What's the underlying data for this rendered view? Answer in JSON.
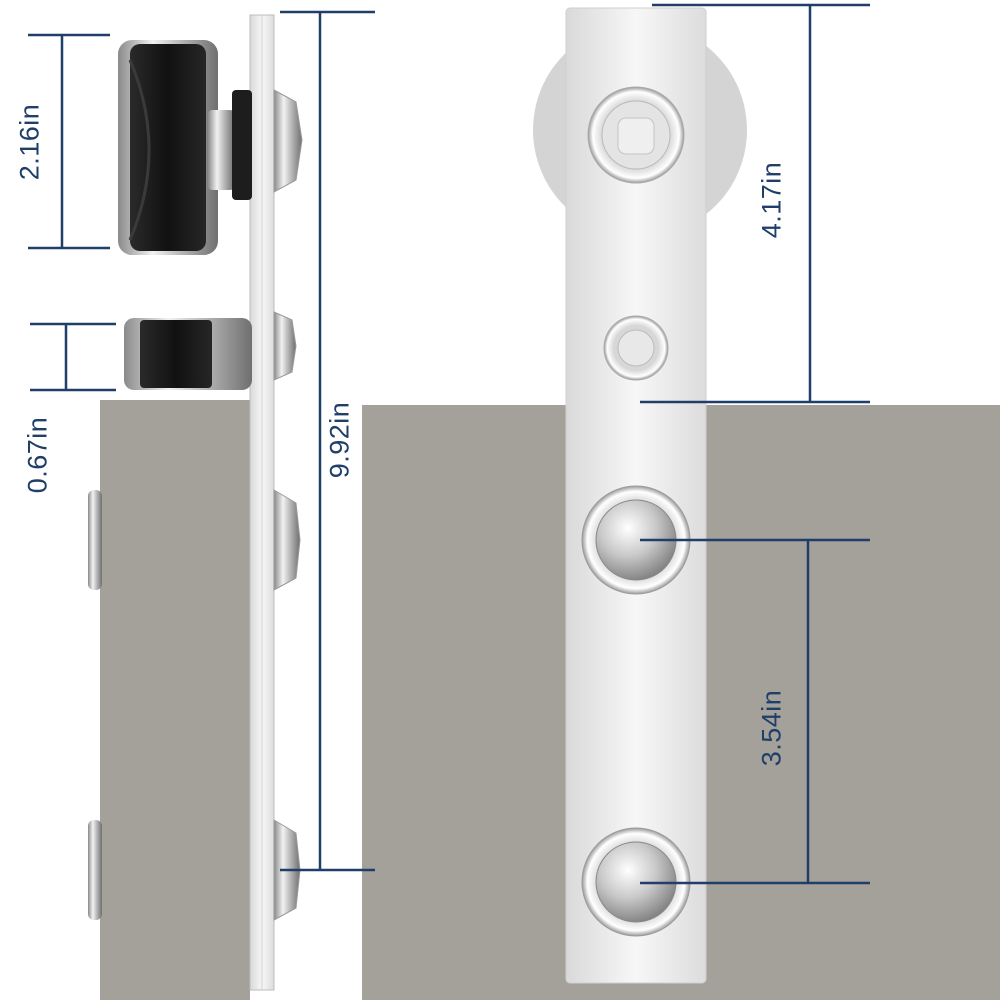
{
  "dimensions": {
    "wheel_diameter": "2.16in",
    "spacer_height": "0.67in",
    "strap_length": "9.92in",
    "wheel_axle_to_door_top": "4.17in",
    "bolt_spacing": "3.54in"
  },
  "colors": {
    "dimension_line": "#1f3f68",
    "door": "#a4a19b",
    "steel": "#eeeeee",
    "wheel_rubber": "#1c1c1c"
  }
}
